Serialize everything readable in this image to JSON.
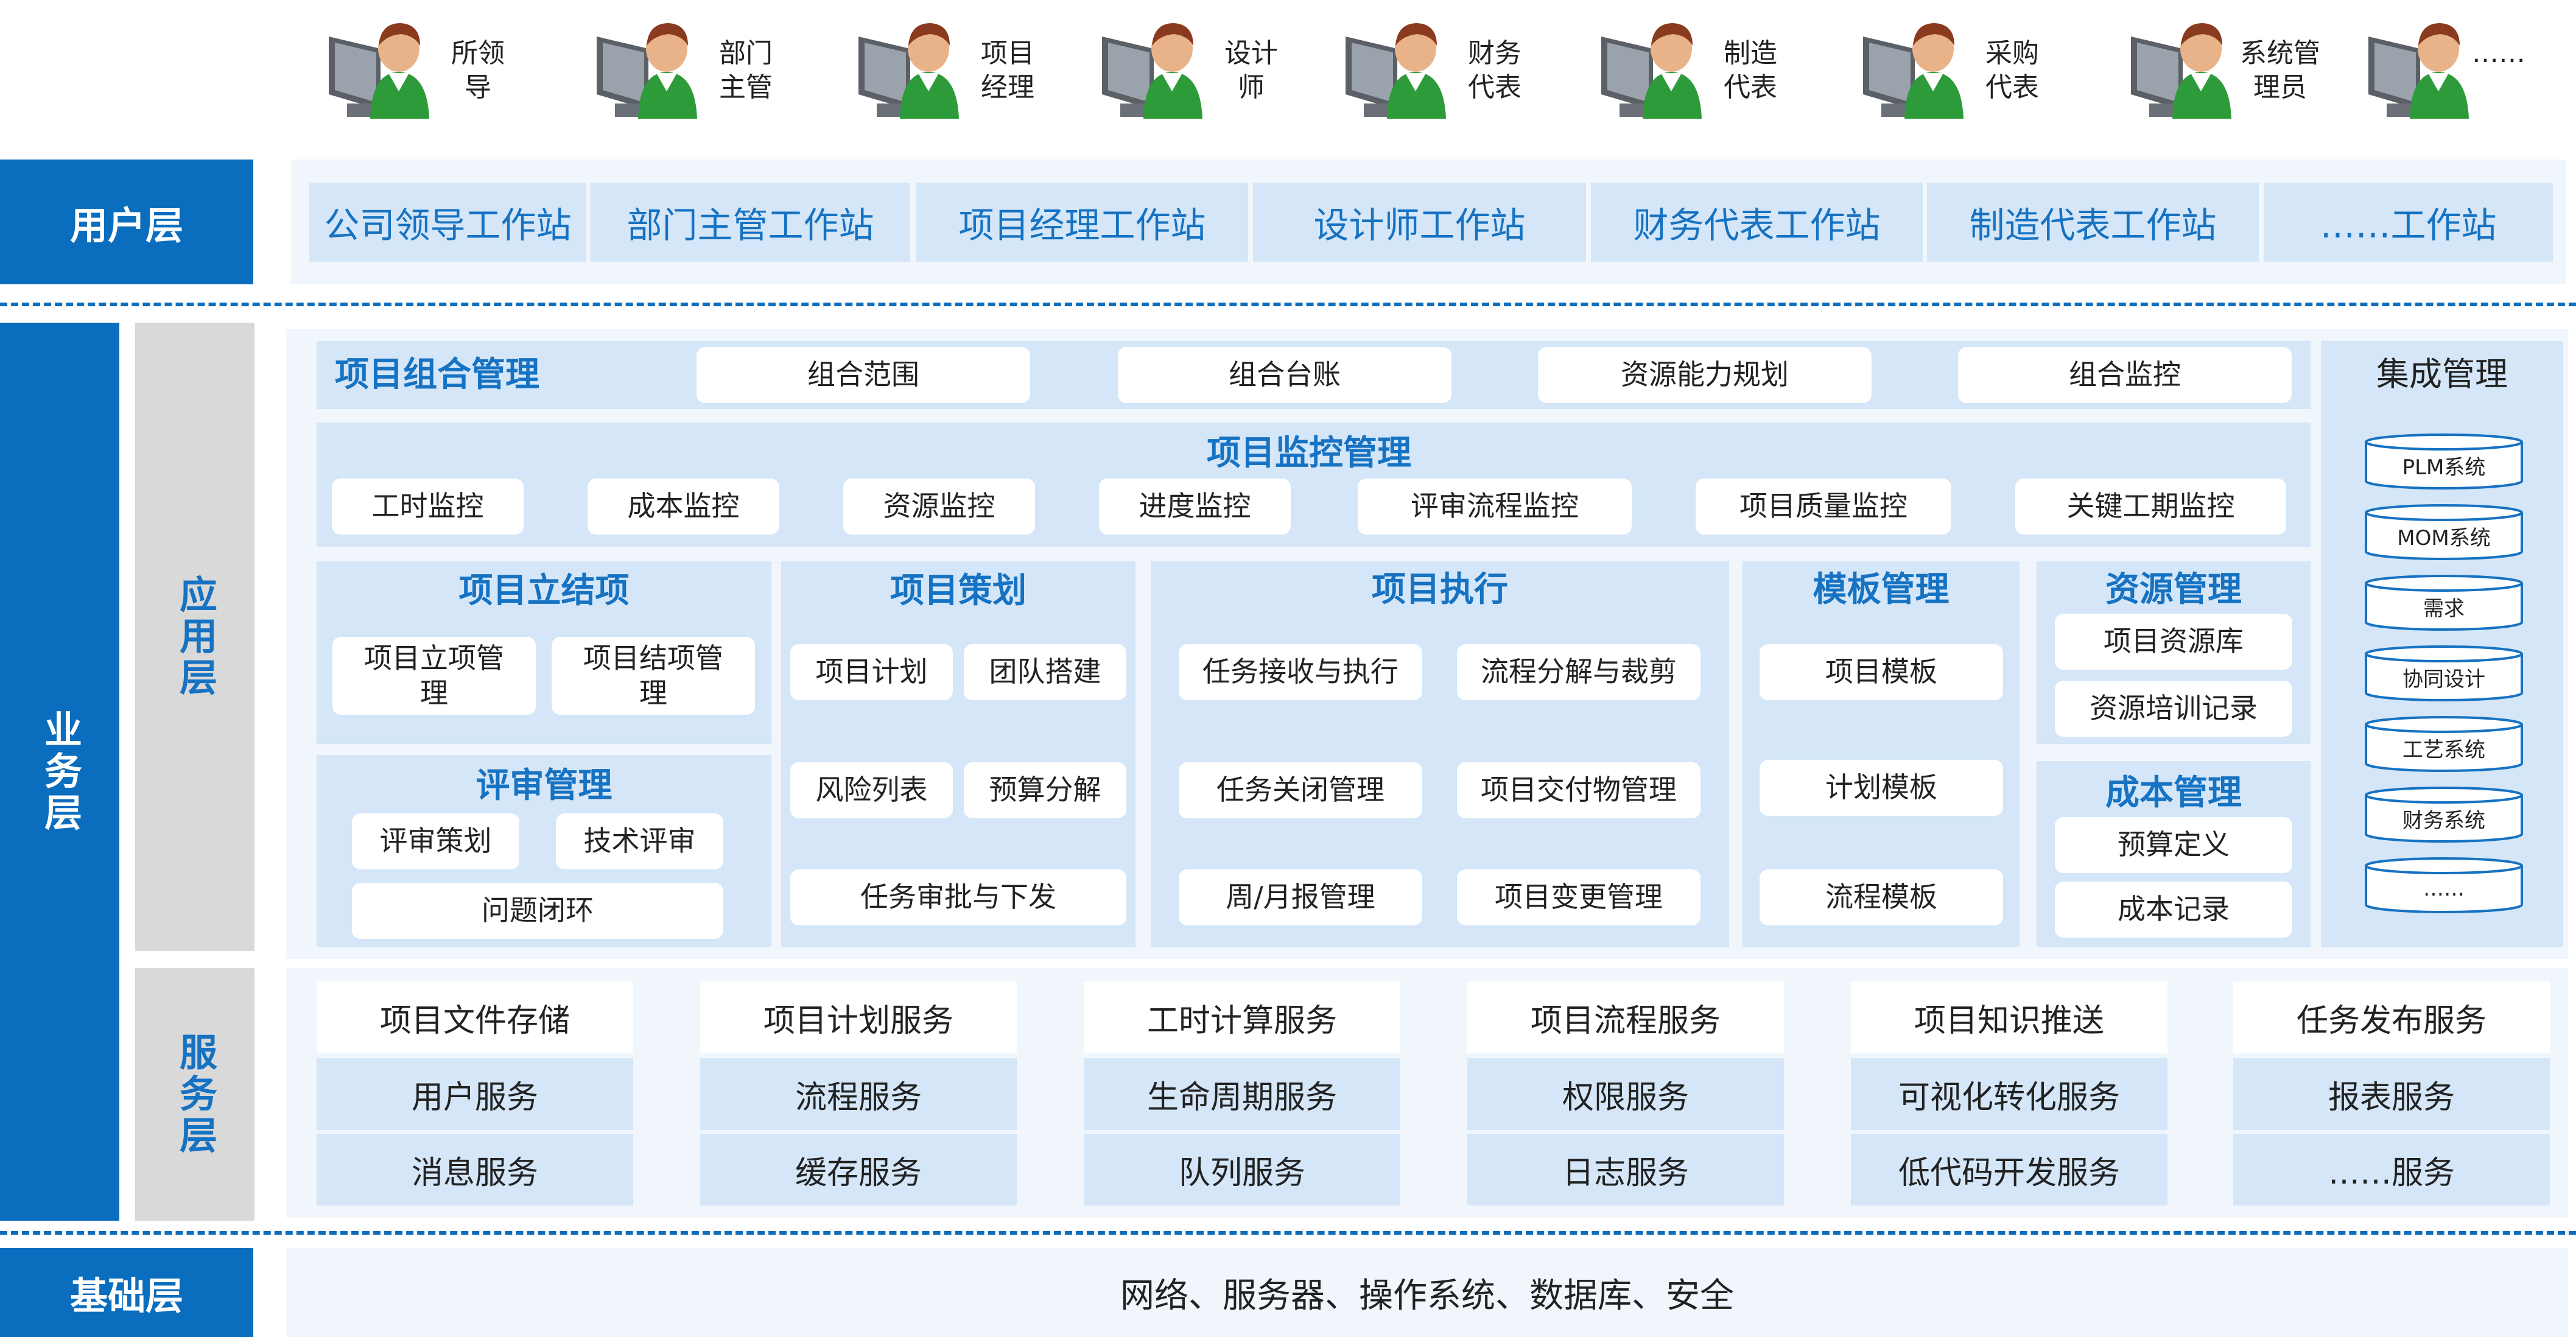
{
  "users": [
    "所领\n导",
    "部门\n主管",
    "项目\n经理",
    "设计\n师",
    "财务\n代表",
    "制造\n代表",
    "采购\n代表",
    "系统管\n理员",
    "……"
  ],
  "user_layer": {
    "label": "用户层",
    "workstations": [
      "公司领导工作站",
      "部门主管工作站",
      "项目经理工作站",
      "设计师工作站",
      "财务代表工作站",
      "制造代表工作站",
      "……工作站"
    ]
  },
  "business_layer": {
    "label": "业务层",
    "app_layer_label": "应用层",
    "service_layer_label": "服务层"
  },
  "portfolio": {
    "title": "项目组合管理",
    "items": [
      "组合范围",
      "组合台账",
      "资源能力规划",
      "组合监控"
    ]
  },
  "monitoring": {
    "title": "项目监控管理",
    "items": [
      "工时监控",
      "成本监控",
      "资源监控",
      "进度监控",
      "评审流程监控",
      "项目质量监控",
      "关键工期监控"
    ]
  },
  "initiation": {
    "title": "项目立结项",
    "items": [
      "项目立项管\n理",
      "项目结项管\n理"
    ]
  },
  "review": {
    "title": "评审管理",
    "items": [
      "评审策划",
      "技术评审",
      "问题闭环"
    ]
  },
  "planning": {
    "title": "项目策划",
    "items": [
      "项目计划",
      "团队搭建",
      "风险列表",
      "预算分解",
      "任务审批与下发"
    ]
  },
  "execution": {
    "title": "项目执行",
    "items": [
      "任务接收与执行",
      "流程分解与裁剪",
      "任务关闭管理",
      "项目交付物管理",
      "周/月报管理",
      "项目变更管理"
    ]
  },
  "templates": {
    "title": "模板管理",
    "items": [
      "项目模板",
      "计划模板",
      "流程模板"
    ]
  },
  "resources": {
    "title": "资源管理",
    "items": [
      "项目资源库",
      "资源培训记录"
    ]
  },
  "cost": {
    "title": "成本管理",
    "items": [
      "预算定义",
      "成本记录"
    ]
  },
  "integration": {
    "title": "集成管理",
    "systems": [
      "PLM系统",
      "MOM系统",
      "需求",
      "协同设计",
      "工艺系统",
      "财务系统",
      "……"
    ]
  },
  "services": [
    [
      "项目文件存储",
      "用户服务",
      "消息服务"
    ],
    [
      "项目计划服务",
      "流程服务",
      "缓存服务"
    ],
    [
      "工时计算服务",
      "生命周期服务",
      "队列服务"
    ],
    [
      "项目流程服务",
      "权限服务",
      "日志服务"
    ],
    [
      "项目知识推送",
      "可视化转化服务",
      "低代码开发服务"
    ],
    [
      "任务发布服务",
      "报表服务",
      "……服务"
    ]
  ],
  "foundation": {
    "label": "基础层",
    "content": "网络、服务器、操作系统、数据库、安全"
  },
  "colors": {
    "primary_blue": "#0b6dbd",
    "light_blue": "#d4e6f7",
    "accent_text": "#1672c2"
  }
}
